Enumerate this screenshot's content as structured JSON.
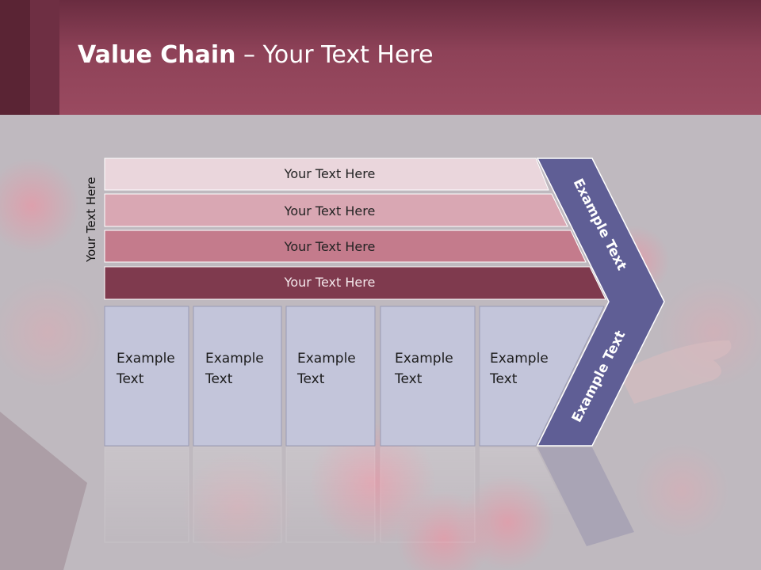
{
  "title": {
    "bold": "Value Chain",
    "rest": " – Your Text Here"
  },
  "side_label": "Your Text Here",
  "rows": [
    {
      "label": "Your Text Here",
      "fill": "#ead6dc",
      "text_color": "#222222"
    },
    {
      "label": "Your Text Here",
      "fill": "#d9a7b3",
      "text_color": "#222222"
    },
    {
      "label": "Your Text Here",
      "fill": "#c47b8c",
      "text_color": "#222222"
    },
    {
      "label": "Your Text Here",
      "fill": "#7f3a4e",
      "text_color": "#f4e8ec"
    }
  ],
  "boxes": [
    {
      "line1": "Example",
      "line2": "Text"
    },
    {
      "line1": "Example",
      "line2": "Text"
    },
    {
      "line1": "Example",
      "line2": "Text"
    },
    {
      "line1": "Example",
      "line2": "Text"
    },
    {
      "line1": "Example",
      "line2": "Text"
    }
  ],
  "arrow": {
    "upper_label": "Example Text",
    "lower_label": "Example Text",
    "fill": "#5f5e95"
  },
  "colors": {
    "header": "#8e4258",
    "box_fill": "#c3c5da",
    "box_border": "#9a9cb5"
  }
}
